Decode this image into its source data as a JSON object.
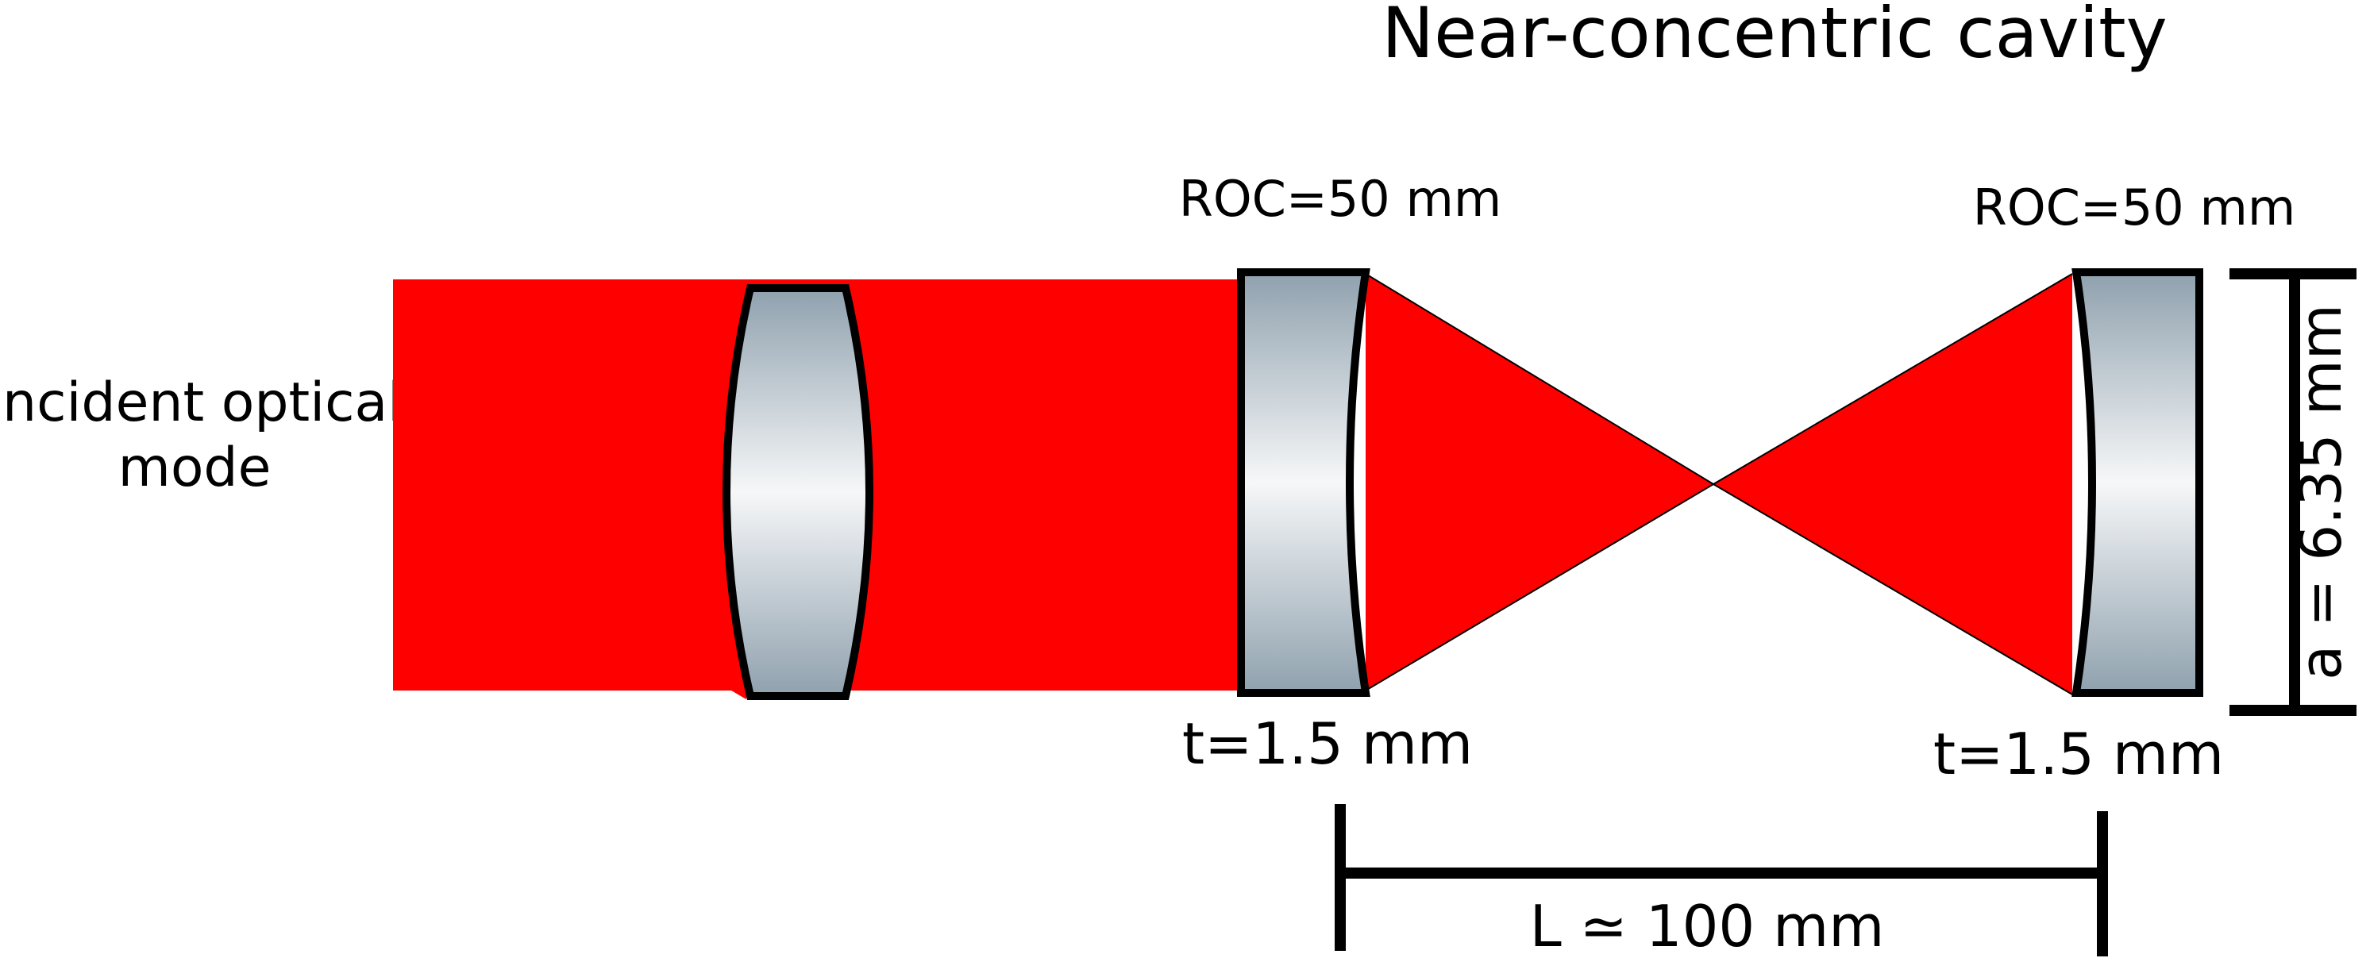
{
  "title": "Near-concentric cavity",
  "incident_label": [
    "Incident optical",
    "mode"
  ],
  "mirror_left": {
    "roc_label": "ROC=50 mm",
    "thickness_label": "t=1.5 mm"
  },
  "mirror_right": {
    "roc_label": "ROC=50 mm",
    "thickness_label": "t=1.5 mm"
  },
  "aperture_label": "a = 6.35 mm",
  "length_label": "L ≃ 100 mm",
  "colors": {
    "beam": "#ff0000",
    "optic_edge": "#8fa1ae",
    "optic_center": "#f6f7f8",
    "outline": "#000000"
  }
}
